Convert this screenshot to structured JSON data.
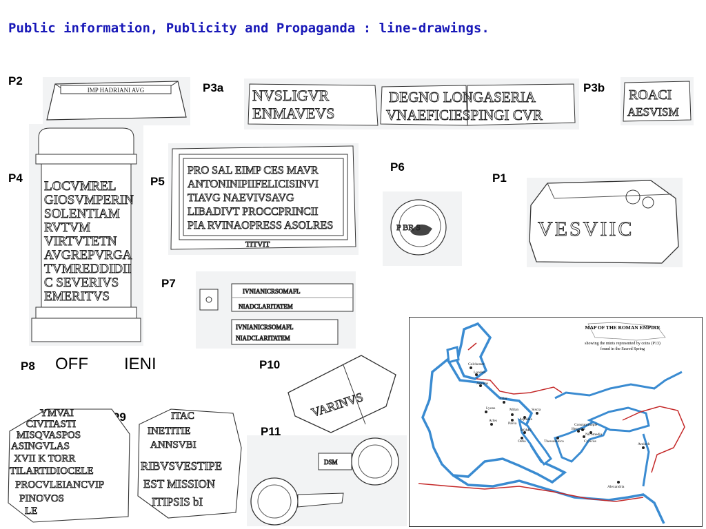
{
  "title": "Public information, Publicity and Propaganda : line-drawings.",
  "labels": {
    "p1": "P1",
    "p2": "P2",
    "p3a": "P3a",
    "p3b": "P3b",
    "p4": "P4",
    "p5": "P5",
    "p6": "P6",
    "p7": "P7",
    "p8": "P8",
    "p9": "P9",
    "p10": "P10",
    "p11": "P11"
  },
  "p8_inscription": {
    "left": "OFF",
    "right": "IENI"
  },
  "inscriptions": {
    "p2": "IMP HADRIANI AVG",
    "p3a_lines": [
      "NVSLIGVR",
      "ENMAVEVS",
      "DEGNO LONGASERIA",
      "VNAEFICIESPINGI CVR"
    ],
    "p3b_lines": [
      "ROACI",
      "AESVISM"
    ],
    "p4_lines": [
      "LOCVMREL",
      "GIOSVMPERIN",
      "SOLENTIAM",
      "RVTVM",
      "VIRTVTETN",
      "AVGREPVRGA",
      "TVMREDDIDII",
      "C SEVERIVS",
      "EMERITVS"
    ],
    "p5_lines": [
      "PRO SAL EIMP CES MAVR",
      "ANTONINIPIIFELICISINVI",
      "TIAVG NAEVIVSAVG",
      "LIBADIVT PROCCPRINCII",
      "PIA RVINAOPRESS ASOLRES",
      "TITVIT"
    ],
    "p6_text": "P BR S",
    "p1_text": "VESVIIC",
    "p7_lines": [
      "IVNIANICRSOMAFL",
      "NIADCLARITATEM"
    ],
    "p10_text": "VARINVS",
    "p11_text": "DSM",
    "p9_left": [
      "YMVAI",
      "CIVITASTI",
      "MISQVASPOS",
      "ASINGVLAS",
      "XVII K TORR",
      "TILARTIDIOCELE",
      "PROCVLEIANCVIP",
      "PINOVOS",
      "LE"
    ],
    "p9_right": [
      "ITAC",
      "INETITIE",
      "ANNSVBI",
      "RIBVSVESTIPE",
      "EST MISSION",
      "ITIPSIS bI"
    ]
  },
  "map": {
    "title": "MAP OF THE ROMAN EMPIRE",
    "subtitle_line1": "showing the mints represented by coins (P13)",
    "subtitle_line2": "found in the Sacred Spring",
    "cities": {
      "colchester": "Colchester",
      "london": "London",
      "amiens": "Amiens",
      "trier": "Trier",
      "lyons": "Lyons",
      "arles": "Arles",
      "milan": "Milan",
      "pavia": "Pavia",
      "aquileia": "Aquileia",
      "siscia": "Siscia",
      "rome": "ROME",
      "ostia": "Ostia",
      "thessalonica": "Thessalonica",
      "constantinople": "Constantinople",
      "heraclea": "Heraclea",
      "nicomedia": "Nicomedia",
      "cyzicus": "Cyzicus",
      "antioch": "Antioch",
      "alexandria": "Alexandria"
    }
  }
}
